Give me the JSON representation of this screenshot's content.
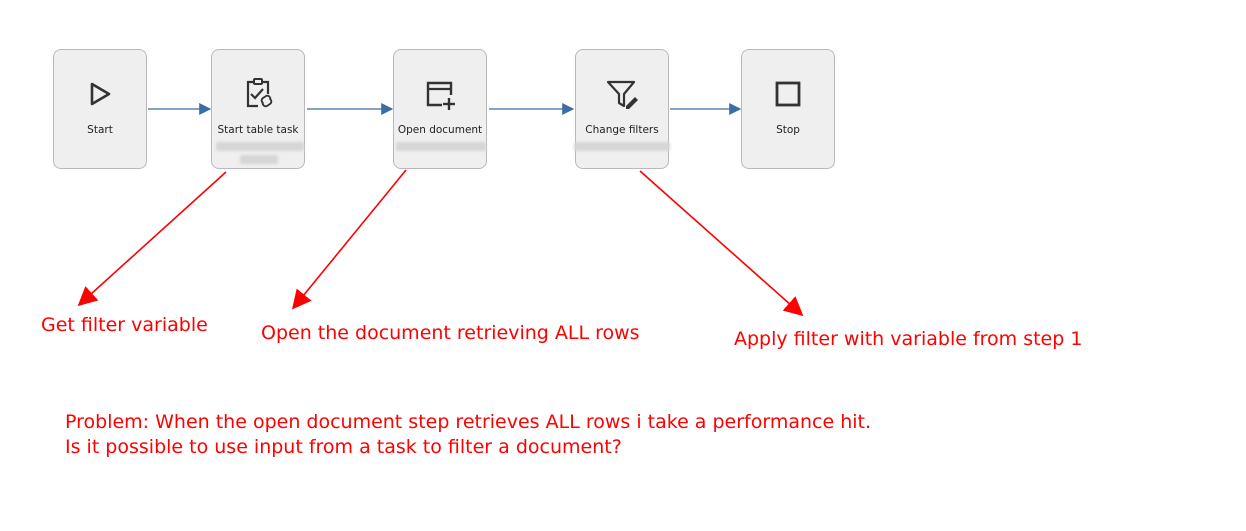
{
  "nodes": [
    {
      "id": "start",
      "label": "Start",
      "icon": "play-icon"
    },
    {
      "id": "start-table-task",
      "label": "Start table task",
      "icon": "clipboard-check-link-icon"
    },
    {
      "id": "open-document",
      "label": "Open document",
      "icon": "window-add-icon"
    },
    {
      "id": "change-filters",
      "label": "Change filters",
      "icon": "filter-edit-icon"
    },
    {
      "id": "stop",
      "label": "Stop",
      "icon": "stop-square-icon"
    }
  ],
  "annotations": {
    "get_filter": "Get filter variable",
    "open_doc": "Open the document retrieving ALL rows",
    "apply_filter": "Apply filter with variable from step 1"
  },
  "problem": {
    "line1": "Problem: When the open document step retrieves ALL rows i take a performance hit.",
    "line2": "Is it possible to use input from a task to filter a document?"
  },
  "colors": {
    "annotation": "#ff0000",
    "connector": "#3a6ea5",
    "node_bg": "#efefef",
    "node_border": "#b9b9b9"
  }
}
